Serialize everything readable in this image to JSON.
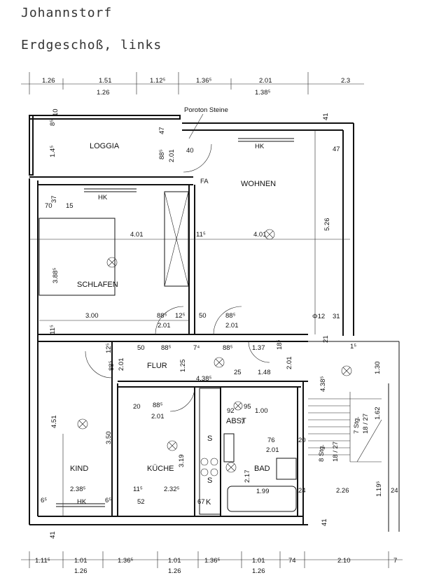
{
  "header": {
    "place": "Johannstorf",
    "floor": "Erdgeschoß, links"
  },
  "rooms": {
    "loggia": "LOGGIA",
    "wohnen": "WOHNEN",
    "schlafen": "SCHLAFEN",
    "flur": "FLUR",
    "kind": "KIND",
    "kueche": "KÜCHE",
    "bad": "BAD",
    "abst": "ABST"
  },
  "annotations": {
    "poroton": "Poroton Steine",
    "hk": "HK",
    "fa": "FA",
    "stg1": "8 Stg.",
    "stg1b": "18 / 27",
    "stg2": "7 Stg.",
    "stg2b": "18 / 27",
    "s": "S",
    "k": "K"
  },
  "dims_top": {
    "t1": "1.26",
    "t2": "1.51",
    "t3": "1.12⁵",
    "t4": "1.36⁵",
    "t5": "2.01",
    "t6": "2.3",
    "b1": "1.26",
    "b2": "1.38⁵"
  },
  "dims_bottom": {
    "t1": "1.11⁵",
    "t2": "1.01",
    "t3": "1.36⁵",
    "t4": "1.01",
    "t5": "1.36⁵",
    "t6": "1.01",
    "t7": "74",
    "t8": "2.10",
    "t9": "7",
    "b1": "1.26",
    "b2": "1.26",
    "b3": "1.26"
  },
  "dims_inner": {
    "d4_01a": "4.01",
    "d11_5a": "11⁵",
    "d4_01b": "4.01",
    "d5_26": "5.26",
    "d3_88": "3.88⁵",
    "d3_00": "3.00",
    "d88_5a": "88⁵",
    "d12_5": "12⁵",
    "d2_01a": "2.01",
    "d50a": "50",
    "d88_5b": "88⁵",
    "d2_01b": "2.01",
    "d12": "Φ12",
    "d31": "31",
    "d1_45": "1.4⁵",
    "d37": "37",
    "d70": "70",
    "d15": "15",
    "d47a": "47",
    "d88_5c": "88⁵",
    "d2_01c": "2.01",
    "d40": "40",
    "d41a": "41",
    "d47b": "47",
    "d85": "8⁵",
    "d10": "10",
    "d11_5b": "11⁵",
    "d12_5b": "12⁵",
    "d50b": "50",
    "d88_5d": "88⁵",
    "d74": "7⁴",
    "d88_5e": "88⁵",
    "d1_37": "1.37",
    "d18_5": "18⁵",
    "d1_25": "1.25",
    "d4_38a": "4.38⁵",
    "d2_01d": "2.01",
    "d88_5f": "88⁵",
    "d2_01e": "2.01",
    "d25": "25",
    "d1_48": "1.48",
    "d4_38b": "4.38⁵",
    "d1_30": "1.30",
    "d1_62": "1.62",
    "d4_51": "4.51",
    "d3_50": "3.50",
    "d20a": "20",
    "d88_5g": "88⁵",
    "d2_01f": "2.01",
    "d3_19": "3.19",
    "d92": "92",
    "d95": "95",
    "d7": "7",
    "d1_00": "1.00",
    "d76": "76",
    "d2_01g": "2.01",
    "d20b": "20",
    "d2_17": "2.17",
    "d1_99": "1.99",
    "d24a": "24",
    "d2_26": "2.26",
    "d1_19": "1.19⁵",
    "d24b": "24",
    "d2_38": "2.38⁵",
    "d2_32": "2.32⁵",
    "d11_5c": "11⁵",
    "d6_5a": "6⁵",
    "d6_5b": "6⁵",
    "d52": "52",
    "d67": "67",
    "d41b": "41",
    "d41c": "41",
    "d21": "21",
    "d1_15": "1⁵"
  }
}
